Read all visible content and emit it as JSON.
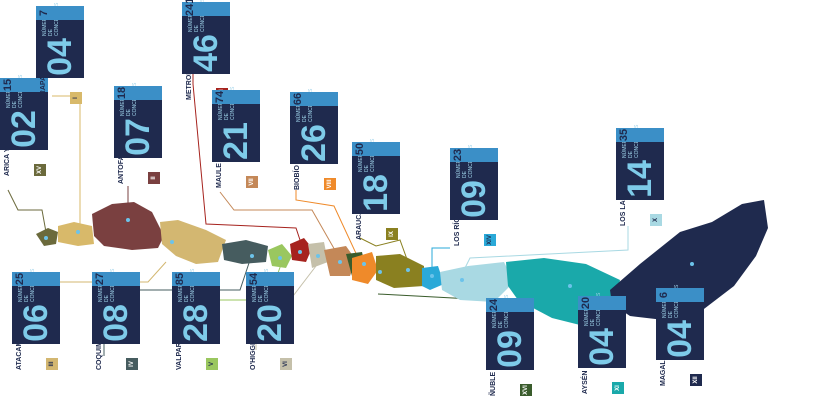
{
  "regions": [
    {
      "id": "XV",
      "name": "ARICA Y PARINACOTA",
      "districts": "02",
      "communes": "15",
      "color": "#6b6a3c"
    },
    {
      "id": "I",
      "name": "TARAPACÁ",
      "districts": "04",
      "communes": "7",
      "color": "#d8b96a"
    },
    {
      "id": "II",
      "name": "ANTOFAGASTA",
      "districts": "07",
      "communes": "18",
      "color": "#7a4040"
    },
    {
      "id": "III",
      "name": "ATACAMA",
      "districts": "06",
      "communes": "25",
      "color": "#d3b771"
    },
    {
      "id": "IV",
      "name": "COQUIMBO",
      "districts": "08",
      "communes": "27",
      "color": "#465c5f"
    },
    {
      "id": "V",
      "name": "VALPARAÍSO",
      "districts": "28",
      "communes": "85",
      "color": "#9ac75f"
    },
    {
      "id": "RM",
      "name": "METROPOLITANA",
      "districts": "46",
      "communes": "241",
      "color": "#a6231e"
    },
    {
      "id": "VI",
      "name": "O'HIGGINS",
      "districts": "20",
      "communes": "54",
      "color": "#c5c0aa"
    },
    {
      "id": "VII",
      "name": "MAULE",
      "districts": "21",
      "communes": "74",
      "color": "#c48858"
    },
    {
      "id": "XVI",
      "name": "ÑUBLE",
      "districts": "09",
      "communes": "24",
      "color": "#3a5c2c"
    },
    {
      "id": "VIII",
      "name": "BIOBÍO",
      "districts": "26",
      "communes": "66",
      "color": "#ef8a2a"
    },
    {
      "id": "IX",
      "name": "ARAUCANÍA",
      "districts": "18",
      "communes": "50",
      "color": "#8a8020"
    },
    {
      "id": "XIV",
      "name": "LOS RÍOS",
      "districts": "09",
      "communes": "23",
      "color": "#2aa9d8"
    },
    {
      "id": "X",
      "name": "LOS LAGOS",
      "districts": "14",
      "communes": "35",
      "color": "#a9d9e3"
    },
    {
      "id": "XI",
      "name": "AYSÉN",
      "districts": "04",
      "communes": "20",
      "color": "#1aa9aa"
    },
    {
      "id": "XII",
      "name": "MAGALLANES",
      "districts": "04",
      "communes": "6",
      "color": "#1f2a4e"
    }
  ],
  "sub_label": "NÚMERO DE CONCEJALES",
  "side_label": "COMUNAS"
}
